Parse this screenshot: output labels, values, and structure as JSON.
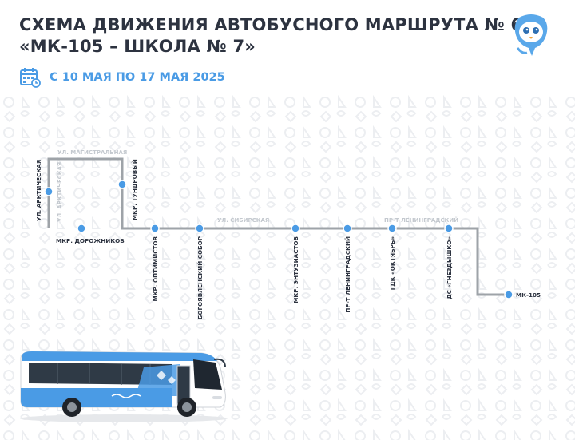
{
  "header": {
    "title_line1": "СХЕМА ДВИЖЕНИЯ АВТОБУСНОГО МАРШРУТА № 6",
    "title_line2": "«МК-105 – ШКОЛА № 7»",
    "dates": "С 10 МАЯ ПО 17 МАЯ 2025",
    "calendar_icon": "calendar-icon",
    "logo_icon": "city-mascot-logo"
  },
  "colors": {
    "route_line": "#9ea3a8",
    "stop_dot": "#4a9be5",
    "title_text": "#2d3340",
    "accent": "#4a9be5",
    "street_text": "#c4c9cf",
    "pattern": "#eef0f2"
  },
  "streets": {
    "magistralnaya": "УЛ. МАГИСТРАЛЬНАЯ",
    "arkticheskaya_inner": "УЛ. АРКТИЧЕСКАЯ",
    "sibirskaya": "УЛ. СИБИРСКАЯ",
    "leningradsky": "ПР-Т ЛЕНИНГРАДСКИЙ"
  },
  "stops": [
    {
      "id": "arkticheskaya",
      "label": "УЛ. АРКТИЧЕСКАЯ"
    },
    {
      "id": "dorozhnikov",
      "label": "МКР. ДОРОЖНИКОВ"
    },
    {
      "id": "tundrovy",
      "label": "МКР. ТУНДРОВЫЙ"
    },
    {
      "id": "optimistov",
      "label": "МКР. ОПТИМИСТОВ"
    },
    {
      "id": "bogoyavlensky",
      "label": "БОГОЯВЛЕНСКИЙ СОБОР"
    },
    {
      "id": "entuziastov",
      "label": "МКР. ЭНТУЗИАСТОВ"
    },
    {
      "id": "leningradsky",
      "label": "ПР-Т ЛЕНИНГРАДСКИЙ"
    },
    {
      "id": "oktyabr",
      "label": "ГДК «ОКТЯБРЬ»"
    },
    {
      "id": "gnezdyshko",
      "label": "ДС «ГНЕЗДЫШКО»"
    },
    {
      "id": "mk105",
      "label": "МК-105"
    }
  ],
  "bus": {
    "name": "route-bus-image"
  }
}
